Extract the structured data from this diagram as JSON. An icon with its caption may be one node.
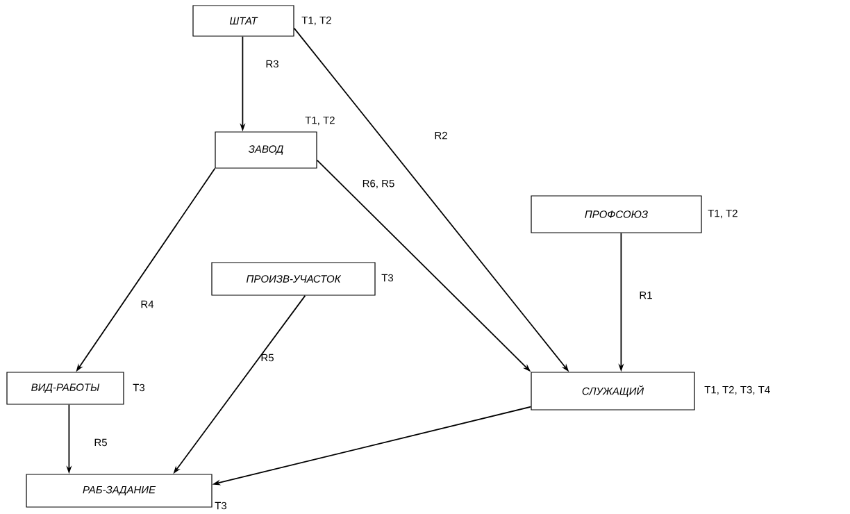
{
  "diagram": {
    "nodes": [
      {
        "text": [
          "ШТАТ"
        ],
        "beside": [
          "T1, T2"
        ]
      },
      {
        "text": [
          "ЗАВОД"
        ],
        "beside": [
          "T1, T2"
        ]
      },
      {
        "text": [
          "ПРОФСОЮЗ"
        ],
        "beside": [
          "T1, T2"
        ]
      },
      {
        "text": [
          "ПРОИЗВ-УЧАСТОК"
        ],
        "beside": [
          "T3"
        ]
      },
      {
        "text": [
          "ВИД-РАБОТЫ"
        ],
        "beside": [
          "T3"
        ]
      },
      {
        "text": [
          "СЛУЖАЩИЙ"
        ],
        "beside": [
          "T1, T2, T3, T4"
        ]
      },
      {
        "text": [
          "РАБ-ЗАДАНИЕ"
        ],
        "beside": [
          "T3"
        ]
      }
    ],
    "edges": [
      {
        "from": 0,
        "to": 1,
        "arrow": "to",
        "label": "R3"
      },
      {
        "from": 0,
        "to": 5,
        "arrow": "to",
        "label": "R2"
      },
      {
        "from": 1,
        "to": 4,
        "arrow": "to",
        "label": "R4"
      },
      {
        "from": 1,
        "to": 5,
        "arrow": "to",
        "label": "R6, R5"
      },
      {
        "from": 2,
        "to": 5,
        "arrow": "to",
        "label": "R1"
      },
      {
        "from": 3,
        "to": 6,
        "arrow": "to",
        "label": "R5"
      },
      {
        "from": 4,
        "to": 6,
        "arrow": "to",
        "label": "R5"
      },
      {
        "from": 5,
        "to": 6,
        "arrow": "to"
      }
    ]
  }
}
